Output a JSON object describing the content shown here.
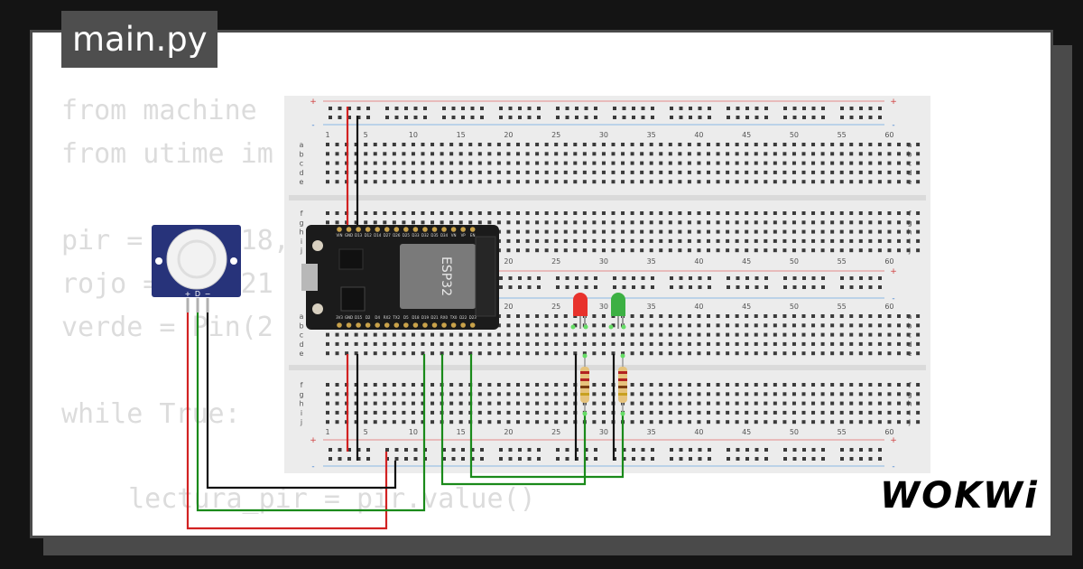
{
  "file_tab": {
    "label": "main.py"
  },
  "code": {
    "lines": [
      "from machine",
      "from utime im",
      "",
      "pir =      18,",
      "rojo =    (21",
      "verde = Pin(2",
      "",
      "while True:",
      "",
      "  lectura_pir = pir.value()"
    ]
  },
  "breadboard": {
    "column_numbers": [
      "1",
      "5",
      "10",
      "15",
      "20",
      "25",
      "30",
      "35",
      "40",
      "45",
      "50",
      "55",
      "60"
    ],
    "row_letters_top": [
      "a",
      "b",
      "c",
      "d",
      "e"
    ],
    "row_letters_bottom": [
      "f",
      "g",
      "h",
      "i",
      "j"
    ],
    "rail_plus": "+",
    "rail_minus": "-"
  },
  "pir_sensor": {
    "pins": [
      "+",
      "D",
      "−"
    ]
  },
  "esp32": {
    "chip_label": "ESP32",
    "top_pins": [
      "VIN",
      "GND",
      "D13",
      "D12",
      "D14",
      "D27",
      "D26",
      "D25",
      "D33",
      "D32",
      "D35",
      "D34",
      "VN",
      "VP",
      "EN"
    ],
    "bottom_pins": [
      "3V3",
      "GND",
      "D15",
      "D2",
      "D4",
      "RX2",
      "TX2",
      "D5",
      "D18",
      "D19",
      "D21",
      "RX0",
      "TX0",
      "D22",
      "D23"
    ]
  },
  "leds": [
    {
      "name": "red",
      "color": "#e8322c"
    },
    {
      "name": "green",
      "color": "#3cb043"
    }
  ],
  "wire_colors": {
    "power": "#d22222",
    "ground": "#111111",
    "signal": "#1a8a1a"
  },
  "brand": {
    "logo_text": "WOKWi"
  }
}
